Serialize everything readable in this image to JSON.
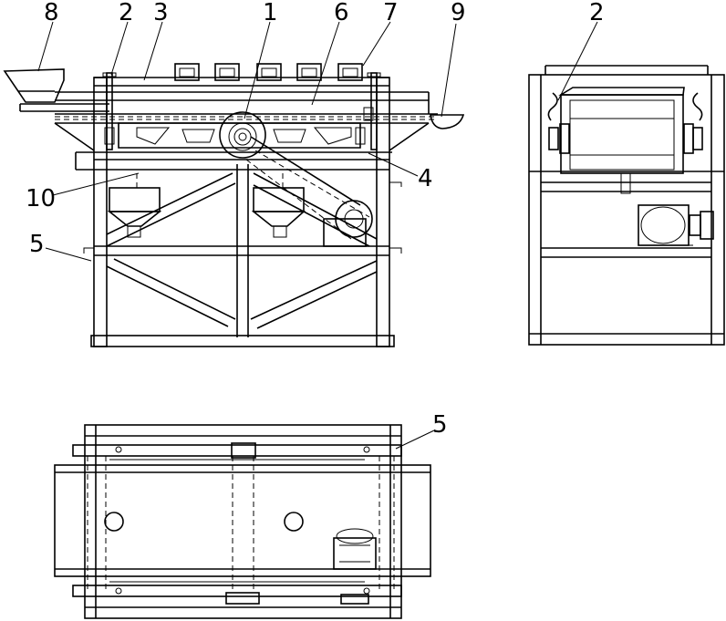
{
  "labels": {
    "l8": "8",
    "l2": "2",
    "l3": "3",
    "l1": "1",
    "l6": "6",
    "l7": "7",
    "l9": "9",
    "l4": "4",
    "l10": "10",
    "l5": "5",
    "side_l2": "2",
    "plan_l5": "5"
  }
}
